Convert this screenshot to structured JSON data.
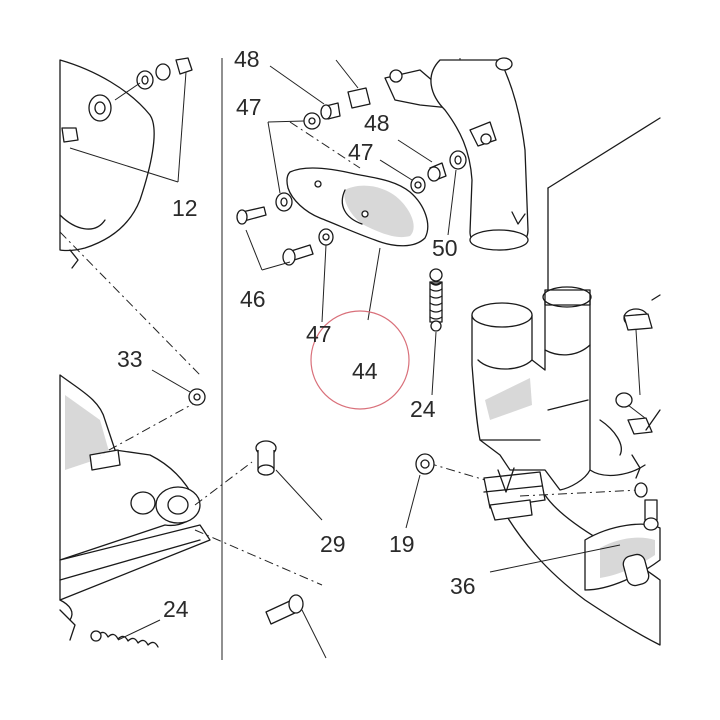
{
  "labels": {
    "p48a": "48",
    "p47a": "47",
    "p48b": "48",
    "p47b": "47",
    "p12": "12",
    "p50": "50",
    "p46": "46",
    "p47c": "47",
    "p44": "44",
    "p33": "33",
    "p24a": "24",
    "p29": "29",
    "p19": "19",
    "p36": "36",
    "p24b": "24"
  },
  "highlight": {
    "part": "44",
    "color": "#d9707a"
  },
  "colors": {
    "ink": "#1a1a1a",
    "shade": "#d8d8d8",
    "background": "#ffffff"
  }
}
